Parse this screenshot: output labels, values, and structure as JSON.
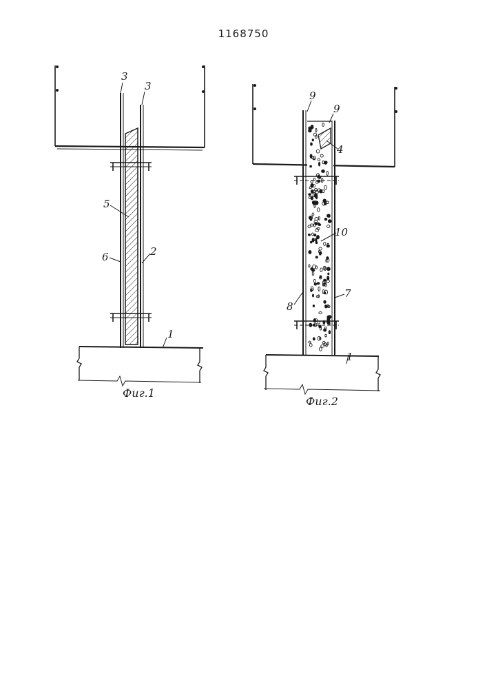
{
  "document": {
    "patent_number": "1168750"
  },
  "figure1": {
    "caption": "Фиг.1",
    "labels": {
      "l3a": "3",
      "l3b": "3",
      "l5": "5",
      "l6": "6",
      "l2": "2",
      "l1": "1"
    }
  },
  "figure2": {
    "caption": "Фиг.2",
    "labels": {
      "l9a": "9",
      "l9b": "9",
      "l4": "4",
      "l10": "10",
      "l8": "8",
      "l7": "7",
      "l1": "1"
    }
  }
}
